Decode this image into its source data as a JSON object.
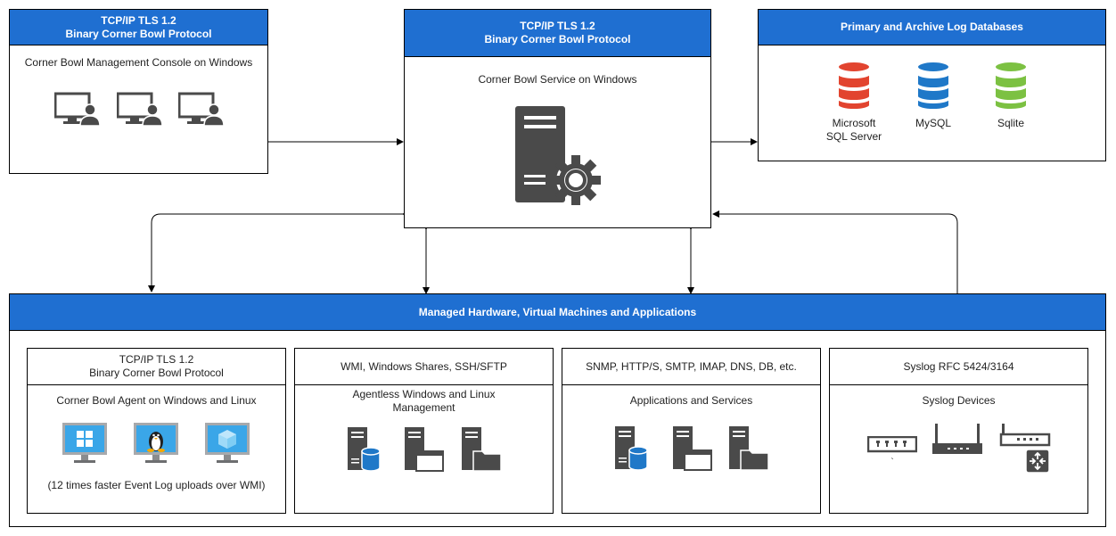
{
  "console_box": {
    "header_line1": "TCP/IP TLS 1.2",
    "header_line2": "Binary Corner Bowl Protocol",
    "title": "Corner Bowl Management Console on Windows",
    "icons": [
      "monitor-user-icon",
      "monitor-user-icon",
      "monitor-user-icon"
    ]
  },
  "service_box": {
    "header_line1": "TCP/IP TLS 1.2",
    "header_line2": "Binary Corner Bowl Protocol",
    "title": "Corner Bowl Service on Windows",
    "icon": "server-gear-icon"
  },
  "db_box": {
    "header": "Primary and Archive Log Databases",
    "databases": [
      {
        "line1": "Microsoft",
        "line2": "SQL Server",
        "color": "#e2442f"
      },
      {
        "line1": "MySQL",
        "line2": "",
        "color": "#1f78c8"
      },
      {
        "line1": "Sqlite",
        "line2": "",
        "color": "#7cc142"
      }
    ]
  },
  "managed_box": {
    "header": "Managed Hardware, Virtual Machines and Applications",
    "panels": [
      {
        "header_line1": "TCP/IP TLS 1.2",
        "header_line2": "Binary Corner Bowl Protocol",
        "title_line1": "Corner Bowl Agent on Windows and Linux",
        "title_line2": "",
        "note": "(12 times faster Event Log uploads over WMI)",
        "icons": [
          "windows-monitor-icon",
          "linux-monitor-icon",
          "vm-monitor-icon"
        ]
      },
      {
        "header_line1": "WMI, Windows Shares, SSH/SFTP",
        "header_line2": "",
        "title_line1": "Agentless Windows and Linux",
        "title_line2": "Management",
        "note": "",
        "icons": [
          "server-database-icon",
          "server-window-icon",
          "server-folder-icon"
        ]
      },
      {
        "header_line1": "SNMP, HTTP/S, SMTP, IMAP, DNS, DB, etc.",
        "header_line2": "",
        "title_line1": "Applications and Services",
        "title_line2": "",
        "note": "",
        "icons": [
          "server-database-icon",
          "server-window-icon",
          "server-folder-icon"
        ]
      },
      {
        "header_line1": "Syslog RFC 5424/3164",
        "header_line2": "",
        "title_line1": "Syslog Devices",
        "title_line2": "",
        "note": "",
        "icons": [
          "network-switch-icon",
          "wireless-router-icon",
          "router-icon"
        ],
        "stray_mark": "`"
      }
    ]
  },
  "colors": {
    "header_blue": "#1f6fd1",
    "icon_gray": "#4a4a4a",
    "windows_blue": "#1e90e0",
    "monitor_screen": "#3aa6e8"
  }
}
